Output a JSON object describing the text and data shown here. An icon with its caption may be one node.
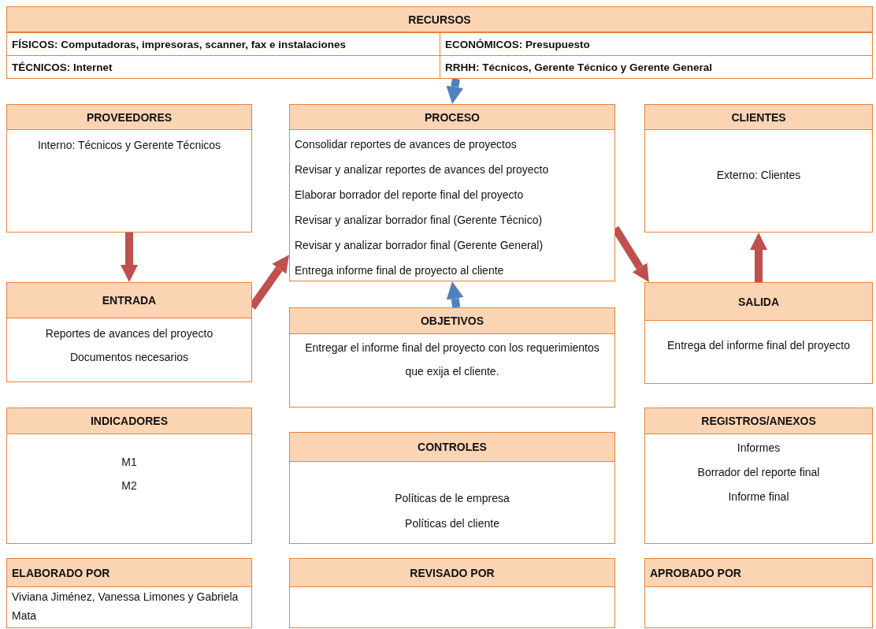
{
  "diagram": {
    "nodes": [
      {
        "text": [
          "RECURSOS",
          "FÍSICOS: Computadoras, impresoras, scanner, fax e instalaciones",
          "ECONÓMICOS: Presupuesto",
          "TÉCNICOS: Internet",
          "RRHH: Técnicos,  Gerente Técnico y Gerente General"
        ]
      },
      {
        "text": [
          "PROVEEDORES",
          "Interno: Técnicos y Gerente Técnicos"
        ]
      },
      {
        "text": [
          "PROCESO",
          "Consolidar reportes de avances de proyectos",
          "Revisar y analizar reportes de avances del proyecto",
          "Elaborar borrador del reporte final del proyecto",
          "Revisar y analizar borrador final (Gerente Técnico)",
          "Revisar y analizar borrador final (Gerente General)",
          "Entrega informe final de proyecto al cliente"
        ]
      },
      {
        "text": [
          "CLIENTES",
          "Externo: Clientes"
        ]
      },
      {
        "text": [
          "ENTRADA",
          "Reportes de avances del proyecto",
          "Documentos necesarios"
        ]
      },
      {
        "text": [
          "OBJETIVOS",
          "Entregar el informe final del proyecto con los requerimientos que exija el cliente."
        ]
      },
      {
        "text": [
          "SALIDA",
          "Entrega del informe final del proyecto"
        ]
      },
      {
        "text": [
          "INDICADORES",
          "M1",
          "M2"
        ]
      },
      {
        "text": [
          "CONTROLES",
          "Políticas de le empresa",
          "Políticas del cliente"
        ]
      },
      {
        "text": [
          "REGISTROS/ANEXOS",
          "Informes",
          "Borrador del reporte final",
          "Informe final"
        ]
      },
      {
        "text": [
          "ELABORADO POR",
          "Viviana Jiménez, Vanessa Limones y Gabriela Mata"
        ]
      },
      {
        "text": [
          "REVISADO POR"
        ]
      },
      {
        "text": [
          "APROBADO POR"
        ]
      }
    ],
    "edges": [
      {
        "from": 0,
        "to": 2,
        "arrow": "to",
        "color": "#4f81bd"
      },
      {
        "from": 1,
        "to": 4,
        "arrow": "to"
      },
      {
        "from": 4,
        "to": 2,
        "arrow": "to"
      },
      {
        "from": 2,
        "to": 6,
        "arrow": "to"
      },
      {
        "from": 6,
        "to": 3,
        "arrow": "to"
      },
      {
        "from": 5,
        "to": 2,
        "arrow": "to",
        "color": "#4f81bd"
      }
    ]
  }
}
